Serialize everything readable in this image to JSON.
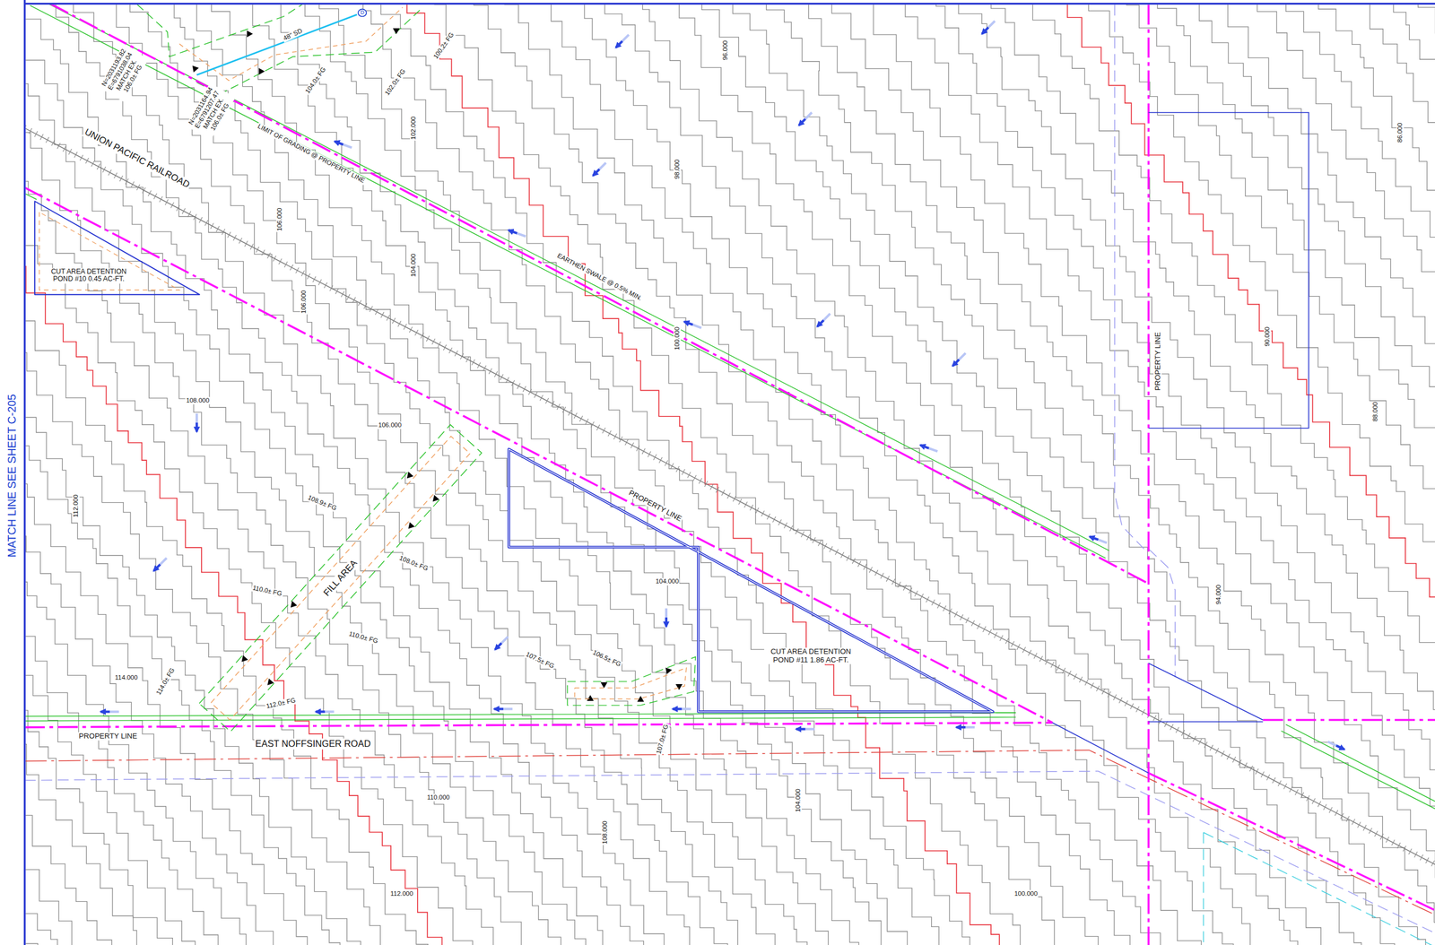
{
  "diagram": {
    "nodes": [
      {
        "text": [
          "CUT AREA DETENTION POND #10 0.45 AC-FT."
        ]
      },
      {
        "text": [
          "CUT AREA DETENTION POND #11 1.86 AC-FT."
        ]
      },
      {
        "text": [
          "FILL AREA"
        ]
      }
    ],
    "labels": [
      "MATCH LINE SEE SHEET C-205",
      "D",
      "48\" SD",
      "N=2031193.82 E=6791038.04 MATCH EX. 106.0± FG",
      "N=2031164.94 E=6791207.47 MATCH EX. 106.0± FG",
      "104.0± FG",
      "102.0± FG",
      "100.2± FG",
      "UNION PACIFIC RAILROAD",
      "LIMIT OF GRADING @ PROPERTY LINE",
      "EARTHEN SWALE @ 0.5% MIN.",
      "PROPERTY LINE",
      "PROPERTY LINE",
      "PROPERTY LINE",
      "EAST NOFFSINGER ROAD",
      "96.000",
      "86.000",
      "102.000",
      "98.000",
      "106.000",
      "104.000",
      "106.000",
      "100.000",
      "90.000",
      "108.000",
      "88.000",
      "106.000",
      "112.000",
      "104.000",
      "94.000",
      "114.000",
      "110.000",
      "104.000",
      "108.000",
      "112.000",
      "100.000",
      "108.9± FG",
      "108.0± FG",
      "110.0± FG",
      "110.0± FG",
      "114.0± FG",
      "112.0± FG",
      "107.5± FG",
      "106.5± FG",
      "107.0± FG"
    ]
  }
}
